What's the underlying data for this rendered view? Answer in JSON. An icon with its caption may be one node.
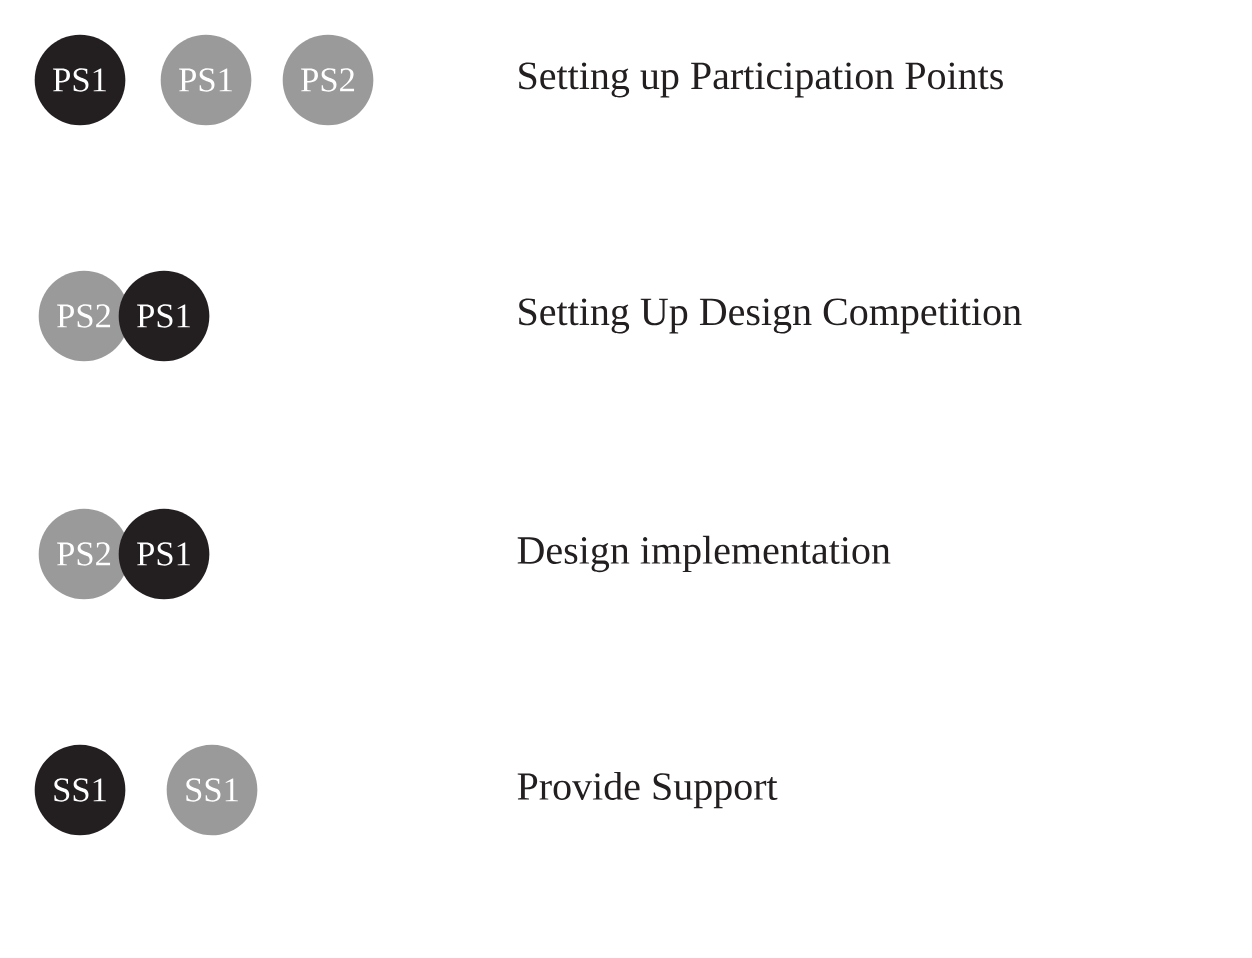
{
  "diagram": {
    "nodes": [
      {
        "text": [
          "PS1"
        ]
      },
      {
        "text": [
          "PS1"
        ]
      },
      {
        "text": [
          "PS2"
        ]
      },
      {
        "text": [
          "PS2"
        ]
      },
      {
        "text": [
          "PS1"
        ]
      },
      {
        "text": [
          "PS2"
        ]
      },
      {
        "text": [
          "PS1"
        ]
      },
      {
        "text": [
          "SS1"
        ]
      },
      {
        "text": [
          "SS1"
        ]
      }
    ],
    "labels": [
      "Setting up Participation Points",
      "Setting Up Design Competition",
      "Design implementation",
      "Provide Support"
    ]
  }
}
